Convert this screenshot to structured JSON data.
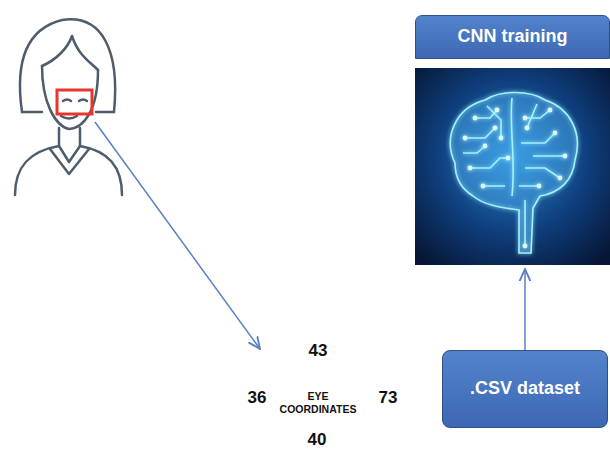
{
  "diagram": {
    "nodes": [
      {
        "text": [
          "CNN training"
        ]
      },
      {
        "text": [
          ".CSV dataset"
        ]
      }
    ],
    "edges": [
      {
        "from": 1,
        "to": 0,
        "arrow": "to"
      }
    ],
    "labels": [
      "43",
      "36",
      "EYE COORDINATES",
      "73",
      "40"
    ]
  }
}
